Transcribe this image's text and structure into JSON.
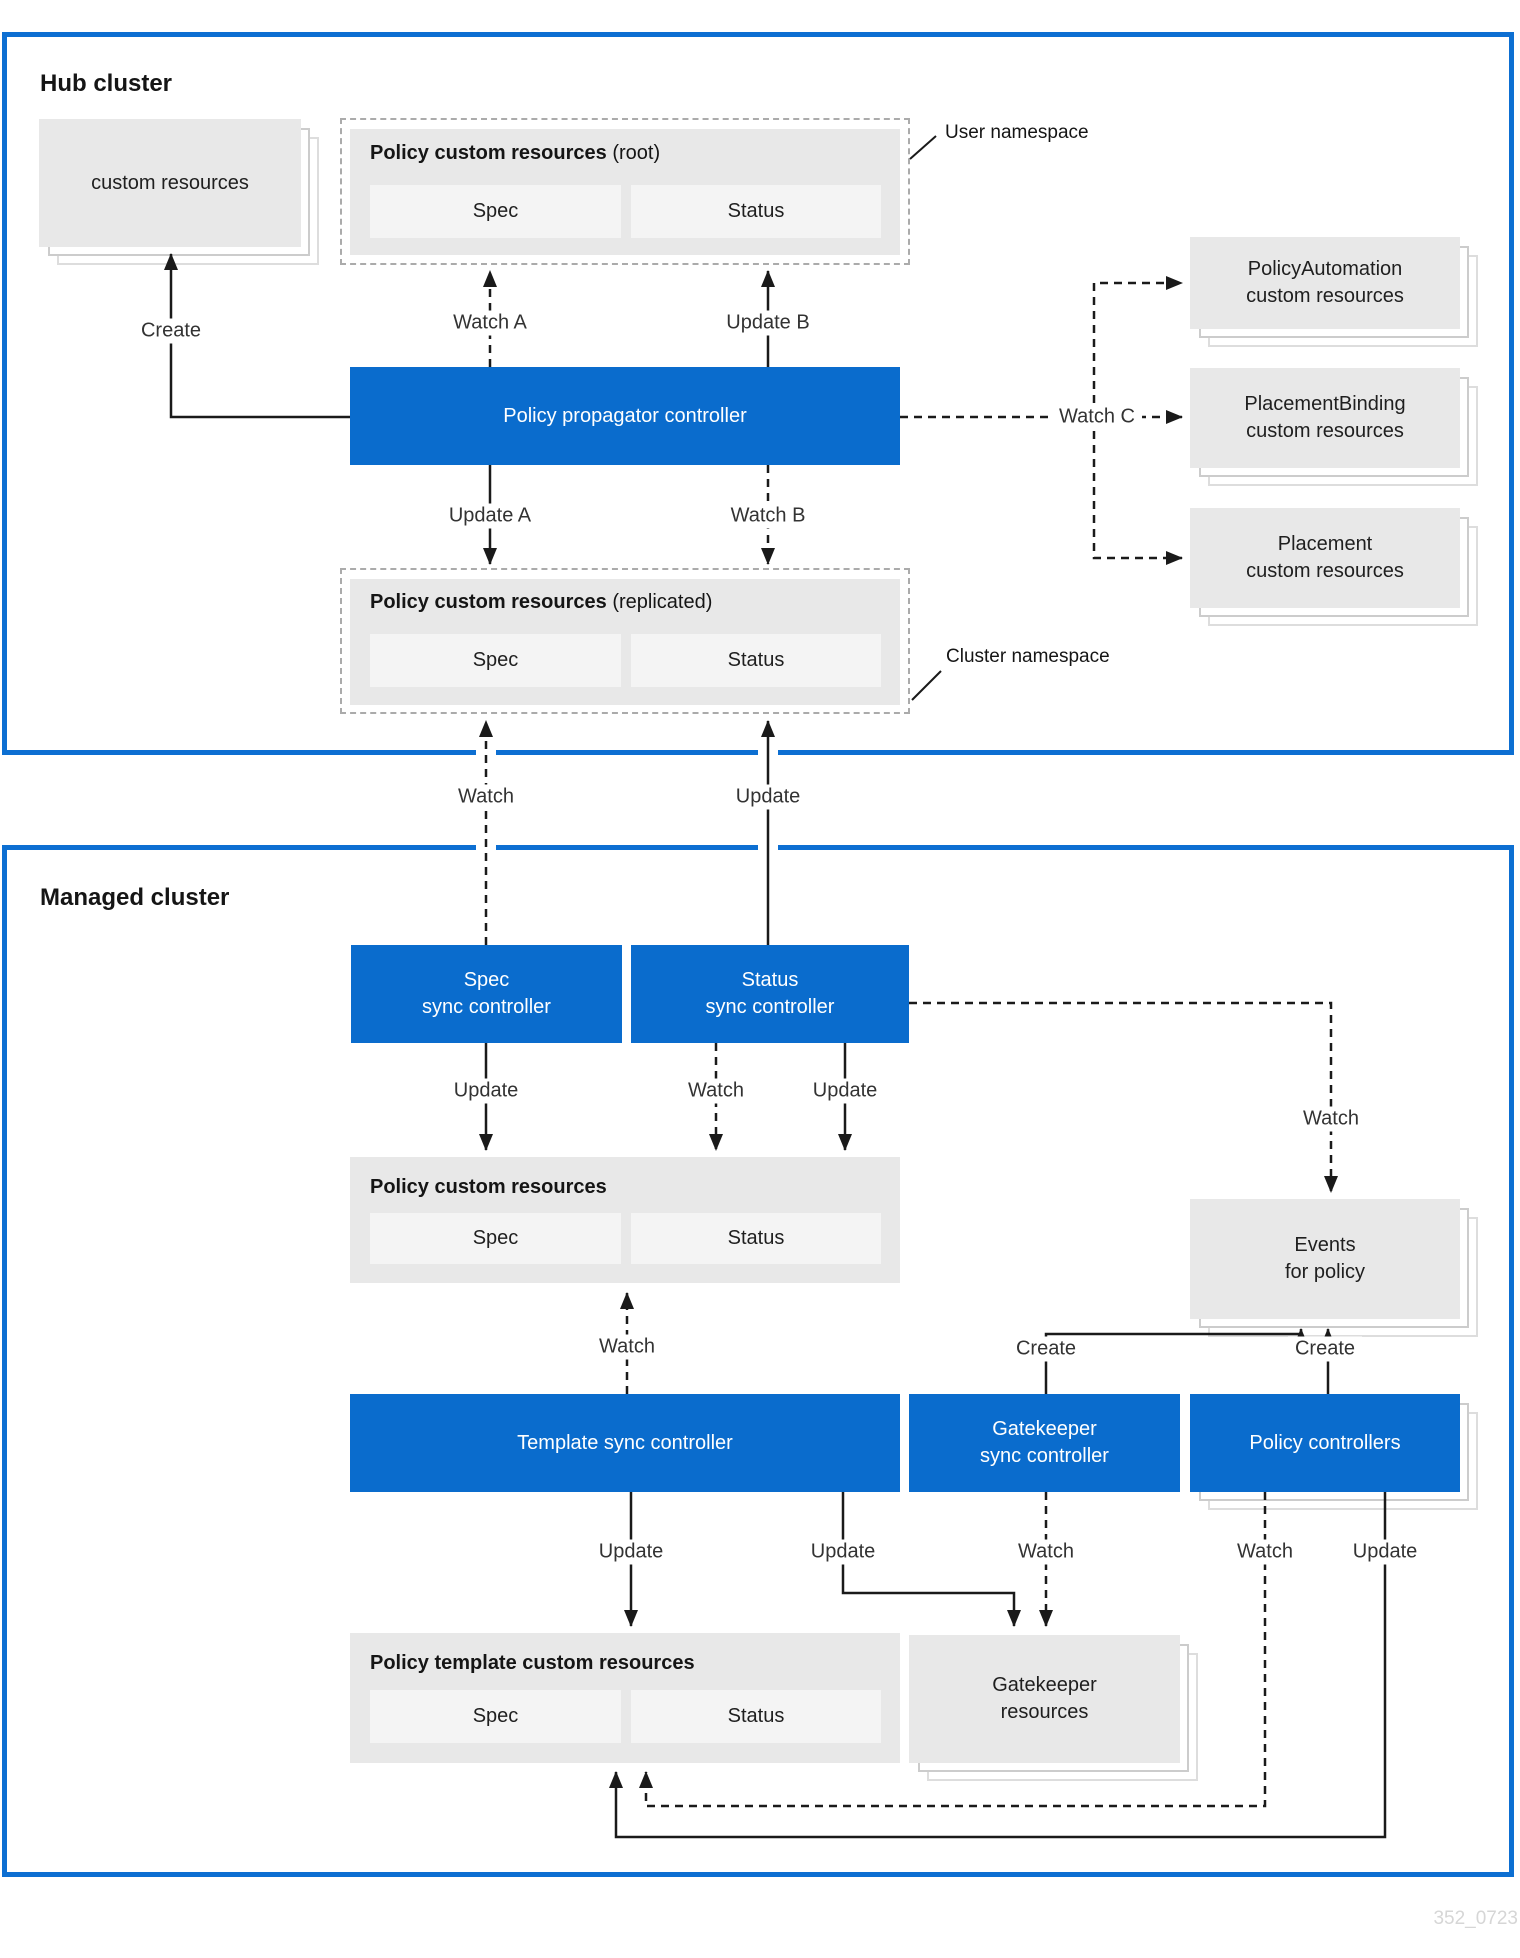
{
  "watermark": "352_0723",
  "colors": {
    "blue": "#0a6ccd",
    "cluster_border_blue": "#0d6fd2",
    "box_gray": "#e8e8e8",
    "inner_gray": "#f4f4f4",
    "line_black": "#1a1a1a",
    "watermark_gray": "#d6d6d6"
  },
  "edge_labels": {
    "create": "Create",
    "watch": "Watch",
    "update": "Update",
    "watch_a": "Watch A",
    "update_b": "Update B",
    "update_a": "Update A",
    "watch_b": "Watch B",
    "watch_c": "Watch C"
  },
  "hub": {
    "title": "Hub cluster",
    "custom_resources_label": "custom resources",
    "user_namespace_label": "User namespace",
    "cluster_namespace_label": "Cluster namespace",
    "propagator_label": "Policy propagator controller",
    "root_box": {
      "title": "Policy custom resources",
      "suffix": "(root)",
      "spec": "Spec",
      "status": "Status"
    },
    "replicated_box": {
      "title": "Policy custom resources",
      "suffix": "(replicated)",
      "spec": "Spec",
      "status": "Status"
    },
    "right_boxes": [
      {
        "line1": "PolicyAutomation",
        "line2": "custom resources"
      },
      {
        "line1": "PlacementBinding",
        "line2": "custom resources"
      },
      {
        "line1": "Placement",
        "line2": "custom resources"
      }
    ]
  },
  "managed": {
    "title": "Managed cluster",
    "spec_sync": {
      "line1": "Spec",
      "line2": "sync controller"
    },
    "status_sync": {
      "line1": "Status",
      "line2": "sync controller"
    },
    "policy_box": {
      "title": "Policy custom resources",
      "spec": "Spec",
      "status": "Status"
    },
    "events_box": {
      "line1": "Events",
      "line2": "for policy"
    },
    "template_sync_label": "Template sync controller",
    "gatekeeper_sync": {
      "line1": "Gatekeeper",
      "line2": "sync controller"
    },
    "policy_controllers_label": "Policy controllers",
    "policy_template_box": {
      "title": "Policy template custom resources",
      "spec": "Spec",
      "status": "Status"
    },
    "gatekeeper_resources": {
      "line1": "Gatekeeper",
      "line2": "resources"
    }
  }
}
